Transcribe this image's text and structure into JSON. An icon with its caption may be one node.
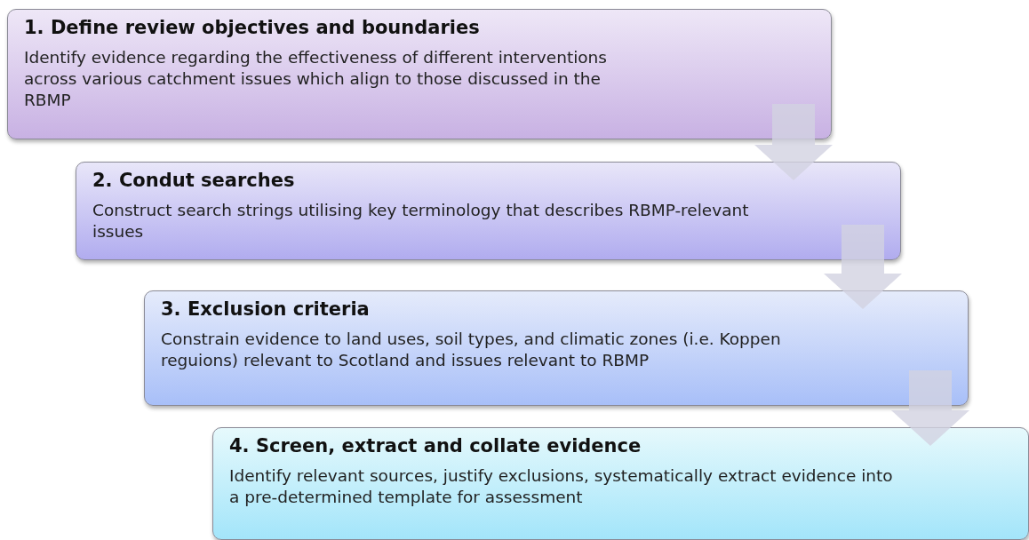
{
  "diagram": {
    "nodes": [
      {
        "text": [
          "1. Define review objectives and boundaries",
          "Identify evidence regarding the effectiveness of different interventions across various catchment issues which align to those discussed in the RBMP"
        ]
      },
      {
        "text": [
          "2. Condut searches",
          "Construct search strings utilising key terminology that describes RBMP-relevant issues"
        ]
      },
      {
        "text": [
          "3. Exclusion criteria",
          "Constrain evidence to land uses, soil types, and climatic zones (i.e. Koppen reguions) relevant to Scotland and issues relevant to RBMP"
        ]
      },
      {
        "text": [
          "4. Screen, extract and collate evidence",
          "Identify relevant sources, justify exclusions, systematically extract evidence into a pre-determined template for assessment"
        ]
      }
    ],
    "edges": [
      {
        "from": 0,
        "to": 1,
        "arrow": "to"
      },
      {
        "from": 1,
        "to": 2,
        "arrow": "to"
      },
      {
        "from": 2,
        "to": 3,
        "arrow": "to"
      }
    ]
  }
}
